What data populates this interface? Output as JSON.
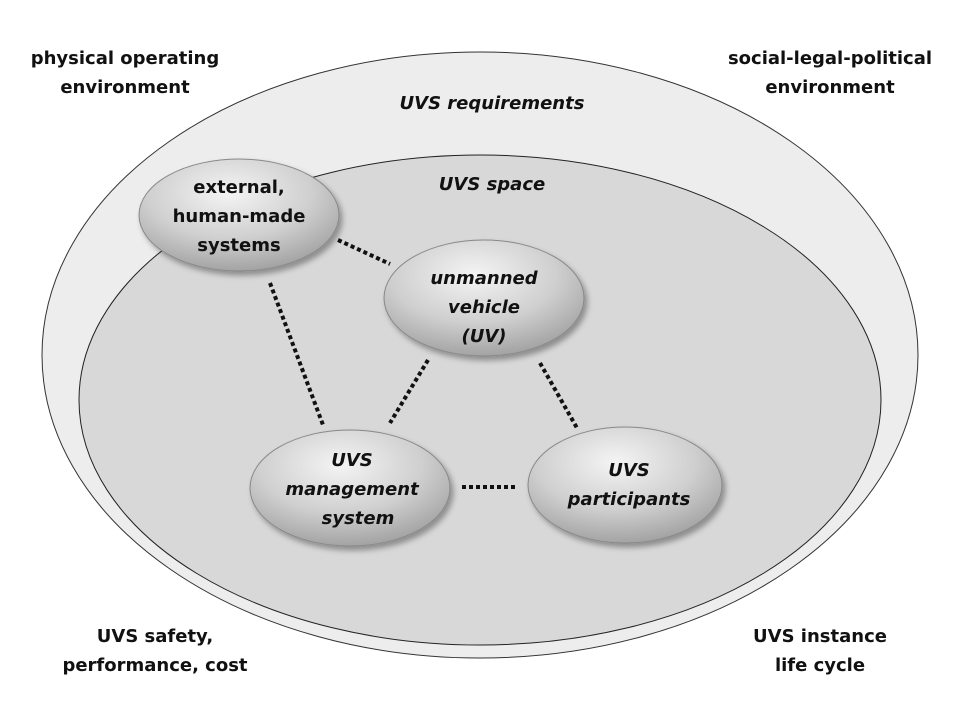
{
  "corners": {
    "top_left": [
      "physical operating",
      "environment"
    ],
    "top_right": [
      "social-legal-political",
      "environment"
    ],
    "bottom_left": [
      "UVS safety,",
      "performance, cost"
    ],
    "bottom_right": [
      "UVS instance",
      "life cycle"
    ]
  },
  "outer_region": {
    "label": "UVS requirements"
  },
  "inner_region": {
    "label": "UVS space"
  },
  "nodes": {
    "external": [
      "external,",
      "human-made",
      "systems"
    ],
    "uv": [
      "unmanned",
      "vehicle",
      "(UV)"
    ],
    "management": [
      "UVS",
      "management",
      "system"
    ],
    "participants": [
      "UVS",
      "participants"
    ]
  },
  "connections": [
    [
      "external",
      "uv"
    ],
    [
      "external",
      "management"
    ],
    [
      "uv",
      "management"
    ],
    [
      "uv",
      "participants"
    ],
    [
      "management",
      "participants"
    ]
  ],
  "colors": {
    "outer_fill": "#ededed",
    "inner_fill": "#d8d8d8",
    "node_light": "#f2f2f2",
    "node_dark": "#a9a9a9"
  }
}
